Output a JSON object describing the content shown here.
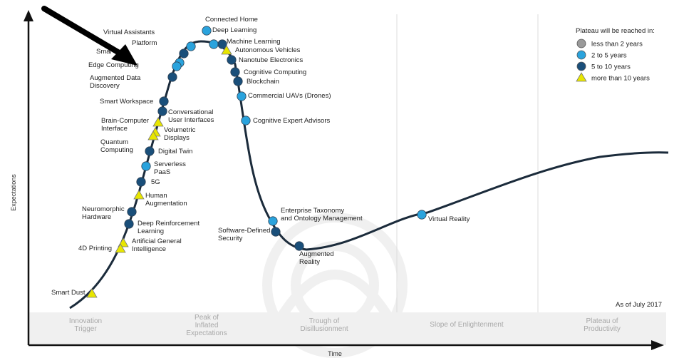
{
  "axes": {
    "y_label": "Expectations",
    "x_label": "Time"
  },
  "as_of": "As of July 2017",
  "phases": [
    {
      "lines": [
        "Innovation",
        "Trigger"
      ]
    },
    {
      "lines": [
        "Peak of",
        "Inflated",
        "Expectations"
      ]
    },
    {
      "lines": [
        "Trough of",
        "Disillusionment"
      ]
    },
    {
      "lines": [
        "Slope of Enlightenment"
      ]
    },
    {
      "lines": [
        "Plateau of",
        "Productivity"
      ]
    }
  ],
  "legend": {
    "title": "Plateau will be reached in:",
    "items": [
      {
        "label": "less than 2 years",
        "marker": "circle",
        "color": "#9a9a9a"
      },
      {
        "label": "2 to 5 years",
        "marker": "circle",
        "color": "#2aa3dd"
      },
      {
        "label": "5 to 10 years",
        "marker": "circle",
        "color": "#1a4f7a"
      },
      {
        "label": "more than 10 years",
        "marker": "triangle",
        "color": "#e8e600"
      }
    ]
  },
  "colors": {
    "light": "#2aa3dd",
    "dark": "#1a4f7a",
    "gray": "#9a9a9a",
    "yellow": "#e8e600",
    "curve": "#1b2b3b"
  },
  "technologies": [
    {
      "lines": [
        "Connected Home"
      ],
      "type": "light"
    },
    {
      "lines": [
        "Deep Learning"
      ],
      "type": "light"
    },
    {
      "lines": [
        "Machine Learning"
      ],
      "type": "dark"
    },
    {
      "lines": [
        "Autonomous Vehicles"
      ],
      "type": "yellow"
    },
    {
      "lines": [
        "Nanotube Electronics"
      ],
      "type": "dark"
    },
    {
      "lines": [
        "Cognitive Computing"
      ],
      "type": "dark"
    },
    {
      "lines": [
        "Blockchain"
      ],
      "type": "dark"
    },
    {
      "lines": [
        "Commercial UAVs (Drones)"
      ],
      "type": "light"
    },
    {
      "lines": [
        "Cognitive Expert Advisors"
      ],
      "type": "light"
    },
    {
      "lines": [
        "Virtual Assistants"
      ],
      "type": "light"
    },
    {
      "lines": [
        "Platform"
      ],
      "type": "dark"
    },
    {
      "lines": [
        "Smar"
      ],
      "type": "light"
    },
    {
      "lines": [
        "Edge Computing"
      ],
      "type": "light"
    },
    {
      "lines": [
        "Augmented Data",
        "Discovery"
      ],
      "type": "dark"
    },
    {
      "lines": [
        "Smart Workspace"
      ],
      "type": "dark"
    },
    {
      "lines": [
        "Conversational",
        "User Interfaces"
      ],
      "type": "dark"
    },
    {
      "lines": [
        "Brain-Computer",
        "Interface"
      ],
      "type": "yellow"
    },
    {
      "lines": [
        "Volumetric",
        "Displays"
      ],
      "type": "yellow"
    },
    {
      "lines": [
        "Quantum",
        "Computing"
      ],
      "type": "yellow"
    },
    {
      "lines": [
        "Digital Twin"
      ],
      "type": "dark"
    },
    {
      "lines": [
        "Serverless",
        "PaaS"
      ],
      "type": "light"
    },
    {
      "lines": [
        "5G"
      ],
      "type": "dark"
    },
    {
      "lines": [
        "Human",
        "Augmentation"
      ],
      "type": "yellow"
    },
    {
      "lines": [
        "Neuromorphic",
        "Hardware"
      ],
      "type": "dark"
    },
    {
      "lines": [
        "Deep Reinforcement",
        "Learning"
      ],
      "type": "dark"
    },
    {
      "lines": [
        "Artificial General",
        "Intelligence"
      ],
      "type": "yellow"
    },
    {
      "lines": [
        "4D Printing"
      ],
      "type": "yellow"
    },
    {
      "lines": [
        "Smart Dust"
      ],
      "type": "yellow"
    },
    {
      "lines": [
        "Enterprise Taxonomy",
        "and Ontology Management"
      ],
      "type": "light"
    },
    {
      "lines": [
        "Software-Defined",
        "Security"
      ],
      "type": "dark"
    },
    {
      "lines": [
        "Augmented",
        "Reality"
      ],
      "type": "dark"
    },
    {
      "lines": [
        "Virtual Reality"
      ],
      "type": "light"
    }
  ]
}
